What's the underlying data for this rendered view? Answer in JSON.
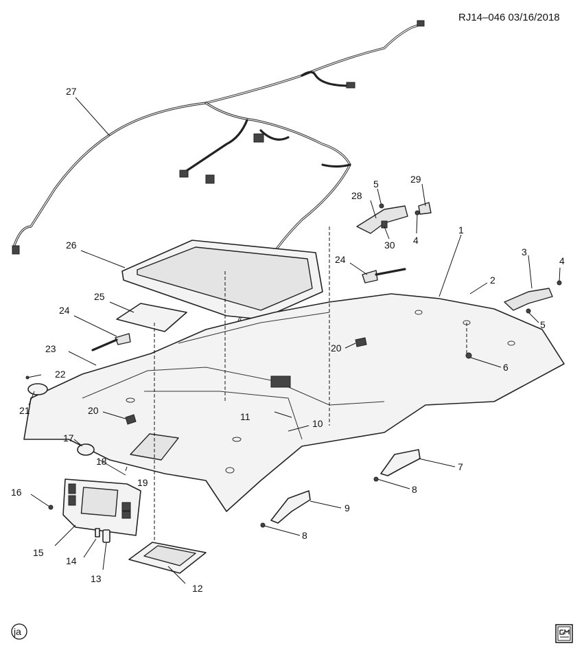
{
  "header": {
    "reference": "RJ14–046 03/16/2018"
  },
  "footer": {
    "ja_badge": "ja",
    "logo_icon": "gm-logo-icon"
  },
  "callouts": [
    "1",
    "2",
    "3",
    "4",
    "5",
    "6",
    "7",
    "8",
    "9",
    "10",
    "11",
    "12",
    "13",
    "14",
    "15",
    "16",
    "17",
    "18",
    "19",
    "20",
    "21",
    "22",
    "23",
    "24",
    "25",
    "26",
    "27",
    "28",
    "29",
    "30"
  ],
  "labels": {
    "c1": "1",
    "c2": "2",
    "c3": "3",
    "c4a": "4",
    "c4b": "4",
    "c5a": "5",
    "c5b": "5",
    "c6": "6",
    "c7": "7",
    "c8a": "8",
    "c8b": "8",
    "c9": "9",
    "c10": "10",
    "c11": "11",
    "c12": "12",
    "c13": "13",
    "c14": "14",
    "c15": "15",
    "c16": "16",
    "c17": "17",
    "c18": "18",
    "c19": "19",
    "c20a": "20",
    "c20b": "20",
    "c21": "21",
    "c22": "22",
    "c23": "23",
    "c24a": "24",
    "c24b": "24",
    "c25": "25",
    "c26": "26",
    "c27": "27",
    "c28": "28",
    "c29": "29",
    "c30": "30"
  }
}
